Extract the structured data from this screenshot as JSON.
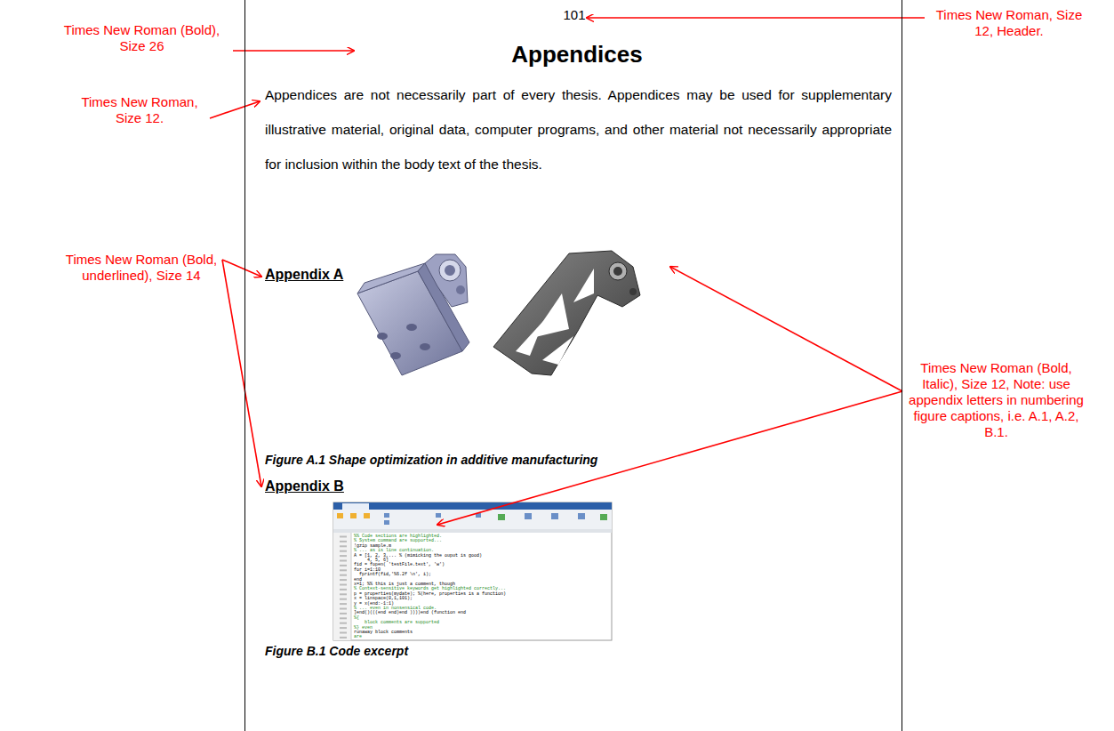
{
  "diagram": {
    "nodes": [
      {
        "text": [
          "101",
          "Appendices",
          "Appendices are not necessarily part of every thesis. Appendices may be used for supplementary illustrative material, original data, computer programs, and other material not necessarily appropriate for inclusion within the body text of the thesis.",
          "Appendix A",
          "Figure A.1 Shape optimization in additive manufacturing",
          "Appendix B",
          "Figure B.1 Code excerpt"
        ]
      }
    ],
    "labels": [
      "Times New Roman, Size 12, Header.",
      "Times New Roman (Bold), Size 26",
      "Times New Roman, Size 12.",
      "Times New Roman (Bold, underlined), Size 14",
      "Times New Roman (Bold, Italic), Size 12, Note: use appendix letters in numbering figure captions, i.e. A.1, A.2, B.1.",
      "%% Code sections are highlighted.",
      "% System command are supported...",
      "!gzip sample.m",
      "% ... as is line continuation.",
      "A = [1, 2, 3,... % (mimicking the ouput is good)",
      "     4, 5, 6]",
      "fid = fopen( 'testFile.text', 'w')",
      "for i=1:10",
      "  fprintf(fid,'%6.2f \\n', i);",
      "end",
      "x=1; %% this is just a comment, though",
      "% Context-sensitive keywords get highlighted correctly...",
      "p = properties(mydate); %(here, properties is a function)",
      "x = linspace(0,1,101);",
      "y = x(end:-1:1)",
      "% ... even in nonsensical code.",
      "]end()(((end end)end ))))end (function end",
      "%{",
      "    block comments are supported",
      "%} even",
      "runaway block comments",
      "are"
    ]
  }
}
